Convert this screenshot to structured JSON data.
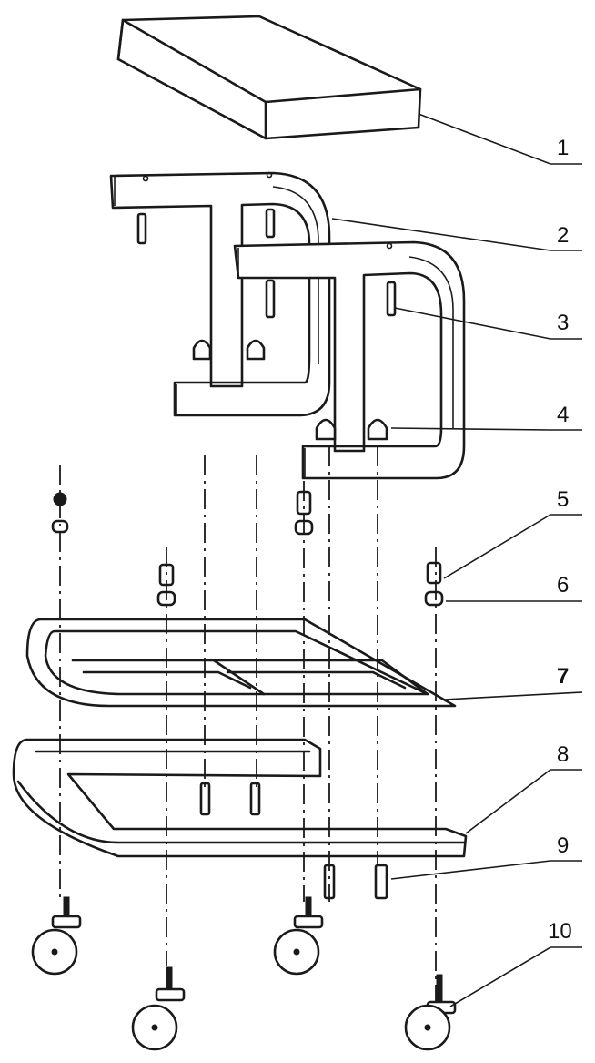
{
  "callouts": [
    "1",
    "2",
    "3",
    "4",
    "5",
    "6",
    "7",
    "8",
    "9",
    "10"
  ],
  "colors": {
    "ink": "#1a1a1a",
    "paper": "#ffffff"
  }
}
